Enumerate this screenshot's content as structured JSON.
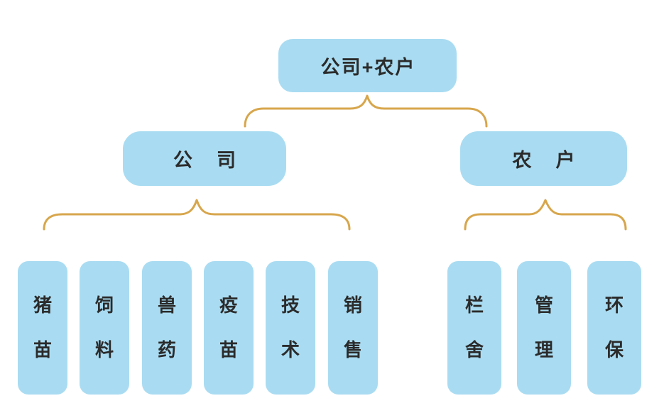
{
  "diagram": {
    "type": "org-tree",
    "root": {
      "label": "公司+农户"
    },
    "branches": [
      {
        "label": "公司",
        "children": [
          "猪苗",
          "饲料",
          "兽药",
          "疫苗",
          "技术",
          "销售"
        ]
      },
      {
        "label": "农户",
        "children": [
          "栏舍",
          "管理",
          "环保"
        ]
      }
    ],
    "colors": {
      "node_fill": "#A9DCF2",
      "node_text": "#2B2B2B",
      "connector": "#D7A64C",
      "background": "#FFFFFF"
    }
  }
}
